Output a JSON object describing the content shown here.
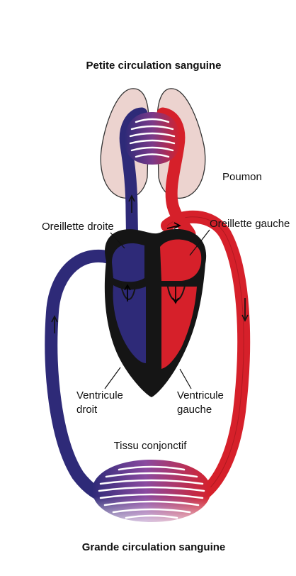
{
  "diagram": {
    "title_top": "Petite circulation sanguine",
    "title_bottom": "Grande circulation sanguine",
    "labels": {
      "lungs": "Poumon",
      "right_atrium": "Oreillette droite",
      "left_atrium": "Oreillette gauche",
      "right_ventricle_line1": "Ventricule",
      "right_ventricle_line2": "droit",
      "left_ventricle_line1": "Ventricule",
      "left_ventricle_line2": "gauche",
      "tissue": "Tissu conjonctif"
    },
    "colors": {
      "deoxygenated": "#2e2a78",
      "oxygenated": "#d6202a",
      "heart": "#151515",
      "lung": "#ecd3cf",
      "outline": "#333333"
    }
  }
}
